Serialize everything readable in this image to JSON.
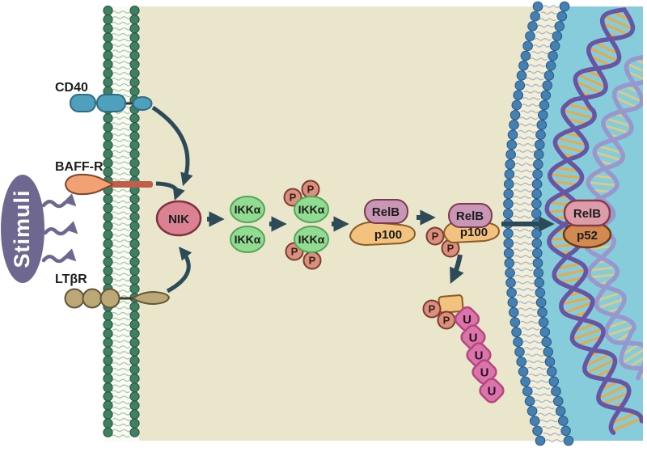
{
  "pathway": {
    "stimuli": {
      "label": "Stimuli",
      "fill": "#6E6890"
    },
    "receptors": {
      "cd40": {
        "label": "CD40",
        "fill": "#4FA0BC"
      },
      "baff_r": {
        "label": "BAFF-R",
        "fill": "#F2A172",
        "stem_fill": "#C05F49"
      },
      "ltbr": {
        "label": "LTβR",
        "fill": "#BCA877"
      }
    },
    "proteins": {
      "nik": {
        "label": "NIK",
        "fill": "#DB8292"
      },
      "ikka": {
        "label": "IKKα",
        "fill": "#92DC92"
      },
      "relb": {
        "label": "RelB",
        "fill": "#C996B6"
      },
      "p100": {
        "label": "p100",
        "fill": "#F2C27E"
      },
      "relb_nuclear": {
        "label": "RelB",
        "fill": "#DC9CAA"
      },
      "p52": {
        "label": "p52",
        "fill": "#D28A50"
      },
      "phosphate": {
        "label": "P",
        "fill": "#D9907F"
      },
      "ubiquitin": {
        "label": "U",
        "fill": "#DC74AC"
      }
    },
    "colors": {
      "cytoplasm": "#E9E6CB",
      "nucleus": "#86CCDA",
      "membrane_bead": "#3E8062",
      "membrane_bead_stroke": "#27523F",
      "membrane_tail": "#A6CBAE",
      "nuclear_bead": "#4480B2",
      "nuclear_bead_stroke": "#2A5884",
      "nuclear_tail": "#9FB4C6",
      "nuclear_band": "#F2EEDA",
      "arrow": "#2C4A57",
      "dna_strand": "#6756A3",
      "dna_rung": "#EFA83C",
      "dna_strand_light": "#9898CE",
      "dna_rung_light": "#DCCB86"
    }
  }
}
